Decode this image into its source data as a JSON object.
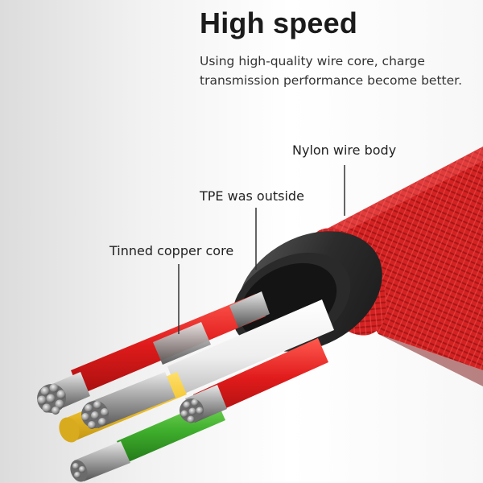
{
  "header": {
    "title": "High speed",
    "subtitle": "Using high-quality wire core, charge transmission performance become better."
  },
  "labels": {
    "nylon": "Nylon wire body",
    "tpe": "TPE was outside",
    "copper": "Tinned copper core"
  },
  "colors": {
    "nylon_red": "#d82424",
    "tpe_dark": "#3a3a3a",
    "wire_red": "#e3201f",
    "wire_white": "#f4f4f4",
    "wire_yellow": "#f1c22b",
    "wire_green": "#3fae2d",
    "copper": "#b0b0b0"
  }
}
